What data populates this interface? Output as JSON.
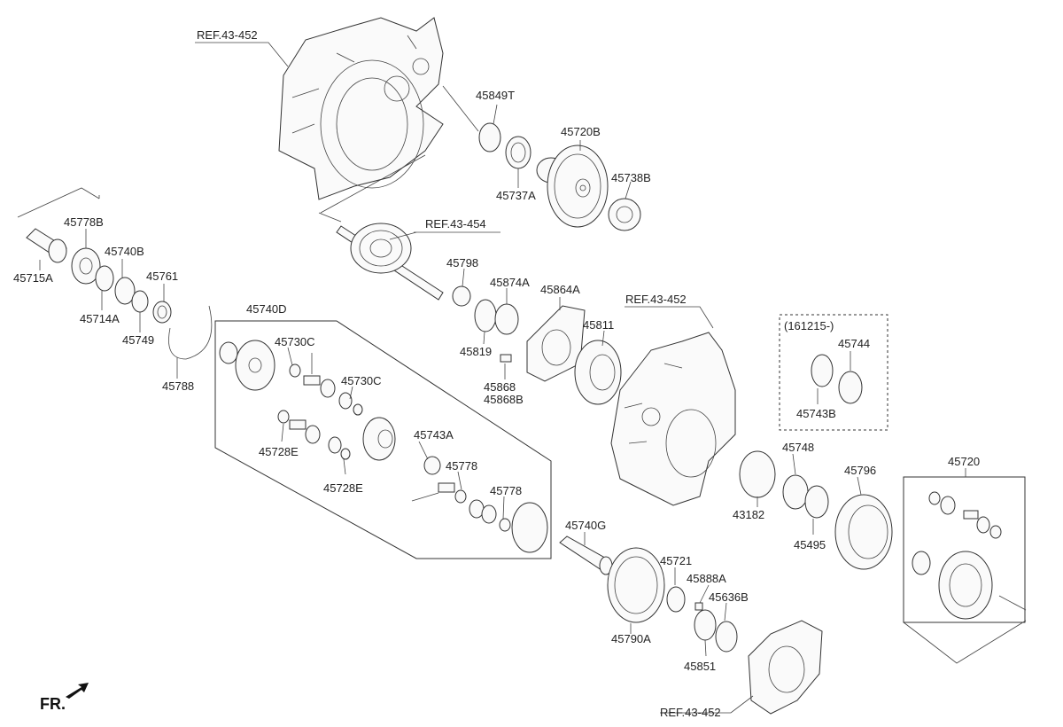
{
  "labels": {
    "ref_top": "REF.43-452",
    "ref_shaft": "REF.43-454",
    "ref_mid": "REF.43-452",
    "ref_bottom": "REF.43-452",
    "p45849T": "45849T",
    "p45720B": "45720B",
    "p45737A": "45737A",
    "p45738B": "45738B",
    "p45778B": "45778B",
    "p45740B": "45740B",
    "p45715A": "45715A",
    "p45761": "45761",
    "p45714A": "45714A",
    "p45749": "45749",
    "p45788": "45788",
    "p45798": "45798",
    "p45874A": "45874A",
    "p45864A": "45864A",
    "p45819": "45819",
    "p45868": "45868",
    "p45868B": "45868B",
    "p45811": "45811",
    "p45740D": "45740D",
    "p45730C_a": "45730C",
    "p45730C_b": "45730C",
    "p45728E_a": "45728E",
    "p45728E_b": "45728E",
    "p45743A": "45743A",
    "p45778_a": "45778",
    "p45778_b": "45778",
    "p45740G": "45740G",
    "p45721": "45721",
    "p45888A": "45888A",
    "p45636B": "45636B",
    "p45790A": "45790A",
    "p45851": "45851",
    "p43182": "43182",
    "p45748": "45748",
    "p45796": "45796",
    "p45495": "45495",
    "p45720": "45720",
    "date_range": "(161215-)",
    "p45744": "45744",
    "p45743B": "45743B",
    "fr": "FR."
  }
}
